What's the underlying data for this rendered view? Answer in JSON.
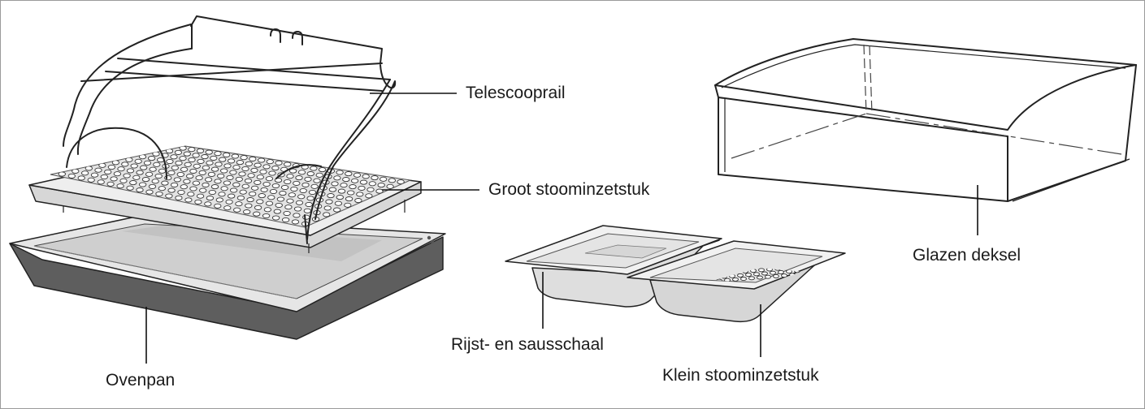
{
  "labels": {
    "telescooprail": "Telescooprail",
    "groot_stoominzetstuk": "Groot stoominzetstuk",
    "ovenpan": "Ovenpan",
    "rijst_sausschaal": "Rijst- en sausschaal",
    "klein_stoominzetstuk": "Klein stoominzetstuk",
    "glazen_deksel": "Glazen deksel"
  },
  "colors": {
    "pan_dark": "#5e5e5e",
    "pan_inner": "#cfcfcf",
    "tray_light": "#e2e2e2",
    "glass": "#ffffff",
    "line": "#222222"
  }
}
